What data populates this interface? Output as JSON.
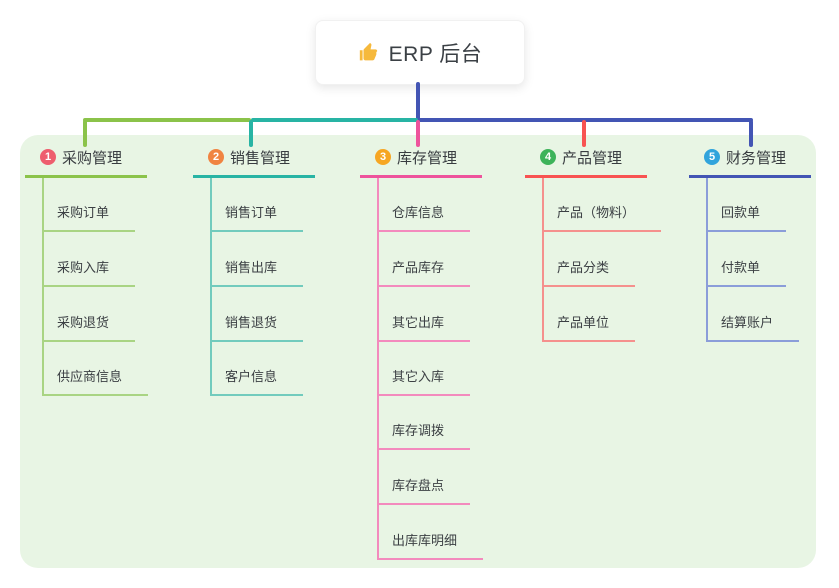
{
  "root": {
    "icon": "thumbs-up",
    "label": "ERP 后台"
  },
  "colors": {
    "root_line": "#4355b4",
    "panel_bg": "#e8f5e4",
    "icon_yellow": "#f6b93c"
  },
  "branches": [
    {
      "num": "1",
      "label": "采购管理",
      "badge_color": "#ee5e6e",
      "line_color": "#8bc34a",
      "child_line_color": "#a9d483",
      "children": [
        "采购订单",
        "采购入库",
        "采购退货",
        "供应商信息"
      ]
    },
    {
      "num": "2",
      "label": "销售管理",
      "badge_color": "#f08441",
      "line_color": "#28b4a4",
      "child_line_color": "#72cbbd",
      "children": [
        "销售订单",
        "销售出库",
        "销售退货",
        "客户信息"
      ]
    },
    {
      "num": "3",
      "label": "库存管理",
      "badge_color": "#f6a623",
      "line_color": "#ee539c",
      "child_line_color": "#f38abd",
      "children": [
        "仓库信息",
        "产品库存",
        "其它出库",
        "其它入库",
        "库存调拨",
        "库存盘点",
        "出库库明细"
      ]
    },
    {
      "num": "4",
      "label": "产品管理",
      "badge_color": "#3db35a",
      "line_color": "#f85352",
      "child_line_color": "#f5908d",
      "children": [
        "产品（物料）",
        "产品分类",
        "产品单位"
      ]
    },
    {
      "num": "5",
      "label": "财务管理",
      "badge_color": "#31a4dc",
      "line_color": "#4355b4",
      "child_line_color": "#8b9dd9",
      "children": [
        "回款单",
        "付款单",
        "结算账户"
      ]
    }
  ]
}
